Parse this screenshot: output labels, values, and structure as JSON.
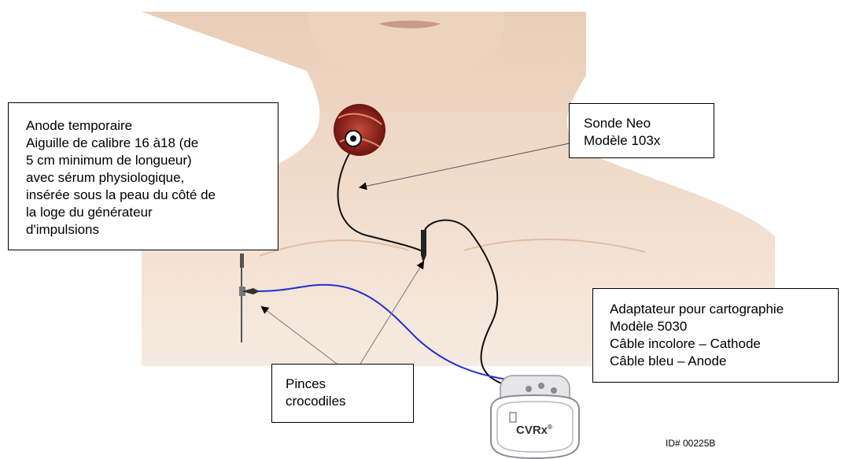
{
  "callouts": {
    "anode": {
      "lines": [
        "Anode temporaire",
        "Aiguille de calibre 16 à18 (de",
        "5 cm minimum de longueur)",
        "avec sérum physiologique,",
        "insérée sous la peau du côté de",
        "la loge du générateur",
        "d'impulsions"
      ]
    },
    "sonde": {
      "lines": [
        "Sonde Neo",
        "Modèle 103x"
      ]
    },
    "adaptateur": {
      "lines": [
        "Adaptateur pour cartographie",
        "Modèle 5030",
        "Câble incolore – Cathode",
        "Câble bleu – Anode"
      ]
    },
    "pinces": {
      "lines": [
        "Pinces",
        "crocodiles"
      ]
    }
  },
  "device": {
    "brand": "CVRx",
    "brand_mark": "®"
  },
  "image_id": "ID# 00225B",
  "colors": {
    "skin": "#f1dcc9",
    "cathode_cable": "#111111",
    "anode_cable": "#1e2fd0",
    "box_border": "#000000"
  }
}
